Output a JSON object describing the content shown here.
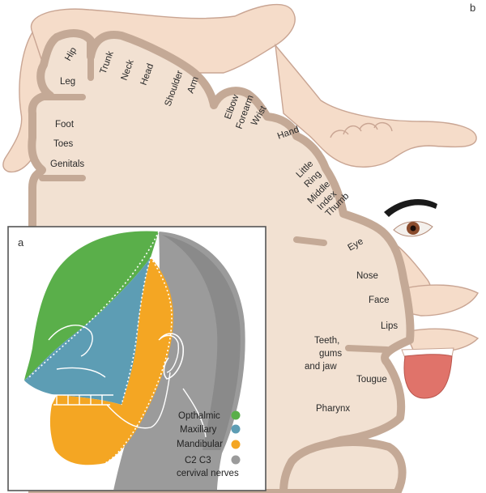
{
  "panels": {
    "a": "a",
    "b": "b"
  },
  "homunculus_labels": {
    "hip": "Hip",
    "leg": "Leg",
    "trunk": "Trunk",
    "neck": "Neck",
    "head": "Head",
    "shoulder": "Shoulder",
    "arm": "Arm",
    "elbow": "Elbow",
    "forearm": "Forearm",
    "wrist": "Wrist",
    "hand": "Hand",
    "foot": "Foot",
    "toes": "Toes",
    "genitals": "Genitals",
    "little": "Little",
    "ring": "Ring",
    "middle": "Middle",
    "index": "Index",
    "thumb": "Thumb",
    "eye": "Eye",
    "nose": "Nose",
    "face": "Face",
    "lips": "Lips",
    "teeth_1": "Teeth,",
    "teeth_2": "gums",
    "teeth_3": "and jaw",
    "tongue": "Tougue",
    "pharynx": "Pharynx"
  },
  "legend": {
    "opthalmic": "Opthalmic",
    "maxillary": "Maxillary",
    "mandibular": "Mandibular",
    "cervical_1": "C2 C3",
    "cervical_2": "cervival nerves"
  },
  "colors": {
    "cortex_fill": "#f2e1d2",
    "cortex_stroke": "#c4a996",
    "skin": "#f5dcc9",
    "skin_stroke": "#c9a593",
    "opthalmic": "#5aaf4a",
    "maxillary": "#5d9db4",
    "mandibular": "#f4a623",
    "cervical": "#9b9b9b",
    "tongue": "#e0736a"
  }
}
